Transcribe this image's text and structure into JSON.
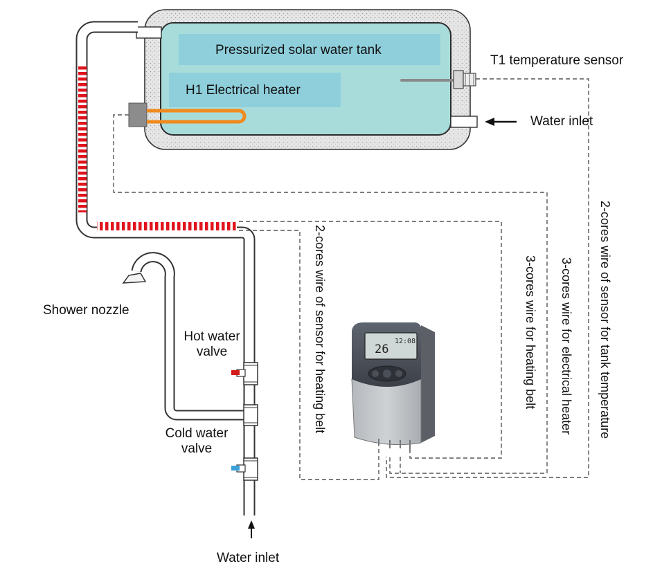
{
  "labels": {
    "tank": "Pressurized solar water tank",
    "heater": "H1 Electrical heater",
    "sensor": "T1 temperature sensor",
    "water_inlet_tank": "Water inlet",
    "shower": "Shower nozzle",
    "hot_valve_line1": "Hot water",
    "hot_valve_line2": "valve",
    "cold_valve_line1": "Cold water",
    "cold_valve_line2": "valve",
    "water_inlet_bottom": "Water inlet",
    "wire_sensor_heating_belt": "2-cores wire of sensor for heating belt",
    "wire_heating_belt": "3-cores wire for heating belt",
    "wire_electrical_heater": "3-cores wire for electrical heater",
    "wire_sensor_tank": "2-cores wire of sensor for tank temperature"
  },
  "controller": {
    "display_temp": "26",
    "display_time": "12:08"
  },
  "colors": {
    "tank_water": "#a8dcdb",
    "tank_label_box": "#8fcfdc",
    "insulation": "#e4e4e4",
    "heater": "#f08a1e",
    "heating_belt": "#e0141e",
    "hot_handle": "#d41a1a",
    "cold_handle": "#3aa0d8",
    "wire": "#555555"
  }
}
